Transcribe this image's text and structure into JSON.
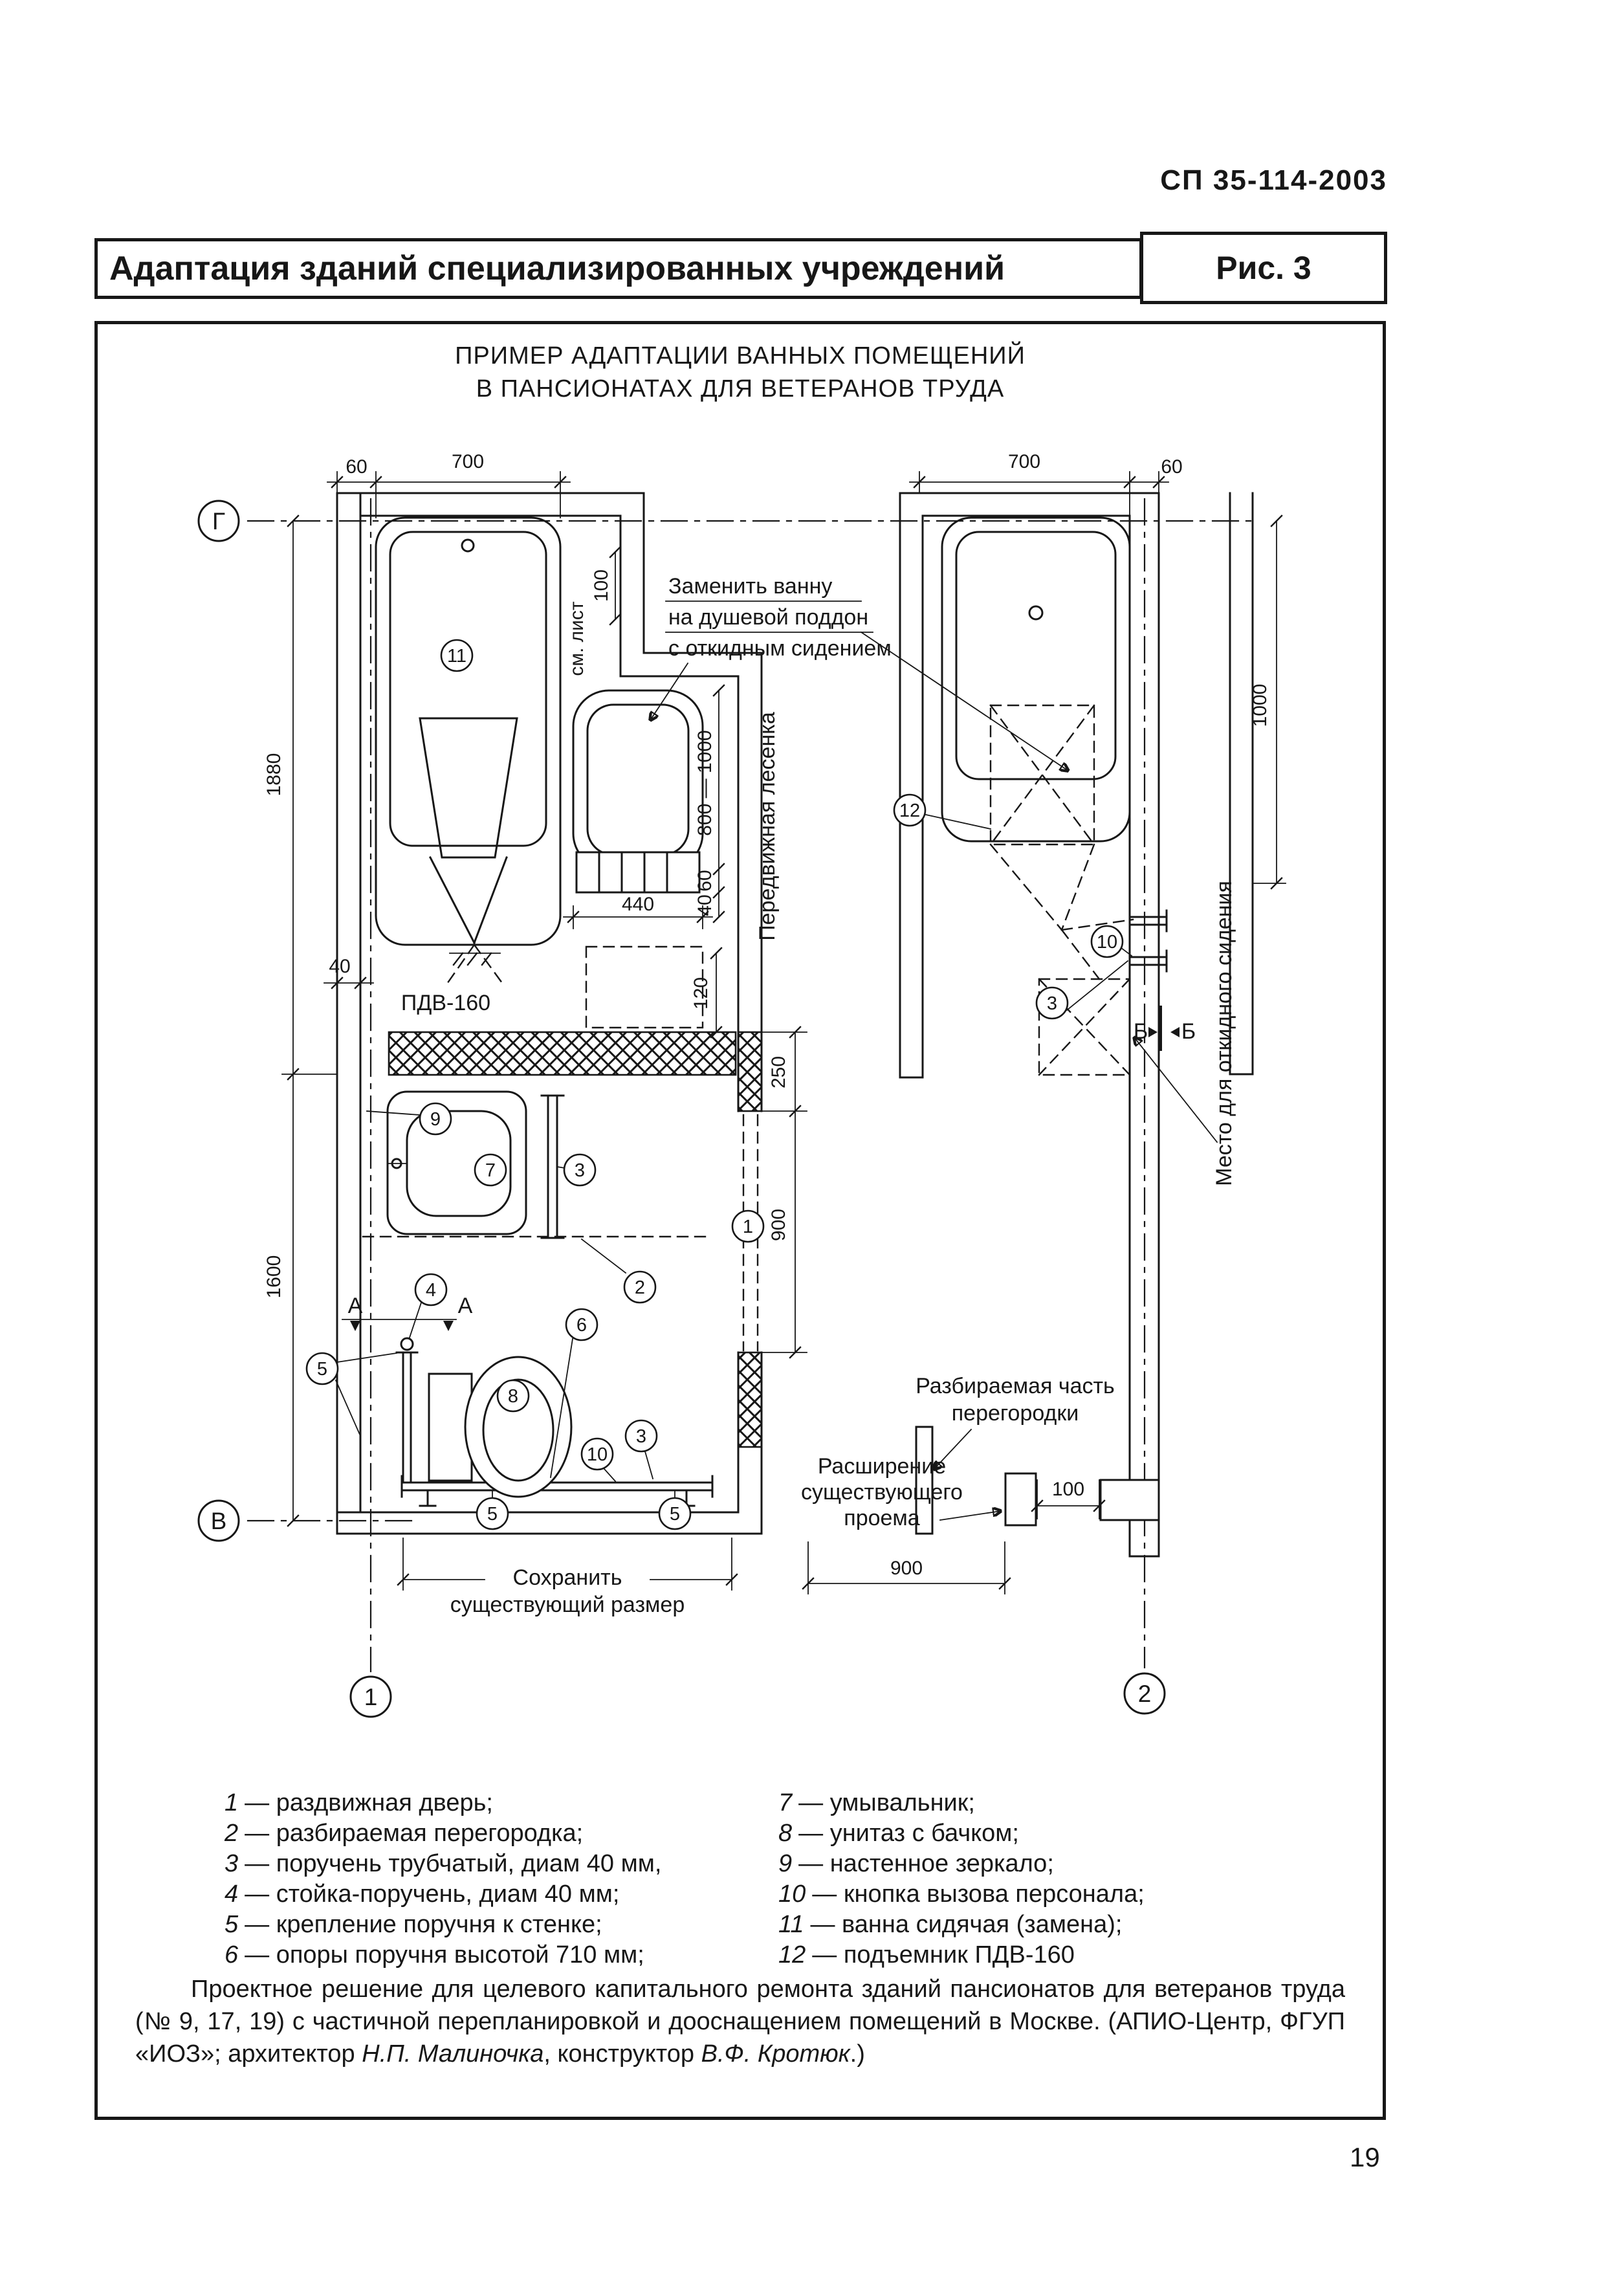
{
  "header": {
    "doc_code": "СП 35-114-2003",
    "title": "Адаптация зданий специализированных учреждений",
    "fig_label": "Рис. 3"
  },
  "figure": {
    "caption1": "ПРИМЕР АДАПТАЦИИ ВАННЫХ ПОМЕЩЕНИЙ",
    "caption2": "В ПАНСИОНАТАХ ДЛЯ ВЕТЕРАНОВ ТРУДА",
    "ann": {
      "replace1": "Заменить ванну",
      "replace2": "на душевой поддон",
      "replace3": "с откидным сидением",
      "see_sheet": "см. лист",
      "ladder": "Передвижная лесенка",
      "pdv": "ПДВ-160",
      "seat_place": "Место для откидного сидения",
      "demount1": "Разбираемая часть",
      "demount2": "перегородки",
      "widen1": "Расширение",
      "widen2": "существующего",
      "widen3": "проема",
      "keep1": "Сохранить",
      "keep2": "существующий размер"
    },
    "dims": {
      "v60": "60",
      "v700": "700",
      "v1880": "1880",
      "v1600": "1600",
      "v100": "100",
      "v800_1000": "800 — 1000",
      "v40": "40",
      "v440": "440",
      "v120": "120",
      "v250": "250",
      "v900": "900",
      "v1000": "1000"
    },
    "axes": {
      "g": "Г",
      "v": "В",
      "n1": "1",
      "n2": "2"
    },
    "letters": {
      "a": "А",
      "b": "Б"
    },
    "balloons": {
      "n1": "1",
      "n2": "2",
      "n3": "3",
      "n4": "4",
      "n5": "5",
      "n6": "6",
      "n7": "7",
      "n8": "8",
      "n9": "9",
      "n10": "10",
      "n11": "11",
      "n12": "12"
    }
  },
  "legend": {
    "left": [
      {
        "n": "1",
        "t": "— раздвижная дверь;"
      },
      {
        "n": "2",
        "t": "— разбираемая перегородка;"
      },
      {
        "n": "3",
        "t": "— поручень трубчатый, диам  40 мм,"
      },
      {
        "n": "4",
        "t": "— стойка-поручень, диам  40 мм;"
      },
      {
        "n": "5",
        "t": "— крепление поручня к стенке;"
      },
      {
        "n": "6",
        "t": "— опоры поручня высотой 710 мм;"
      }
    ],
    "right": [
      {
        "n": "7",
        "t": "— умывальник;"
      },
      {
        "n": "8",
        "t": "— унитаз с бачком;"
      },
      {
        "n": "9",
        "t": "— настенное зеркало;"
      },
      {
        "n": "10",
        "t": "— кнопка вызова персонала;"
      },
      {
        "n": "11",
        "t": "— ванна сидячая (замена);"
      },
      {
        "n": "12",
        "t": "— подъемник ПДВ-160"
      }
    ]
  },
  "note": {
    "p1": "Проектное решение для целевого капитального ремонта зданий пансионатов для ветеранов труда (№ 9, 17, 19) с частичной перепланировкой и дооснащением помещений в Москве. (АПИО-Центр, ФГУП «ИОЗ»; архитектор ",
    "p2": "Н.П. Малиночка",
    "p3": ", конструктор ",
    "p4": "В.Ф. Кротюк",
    "p5": ".)"
  },
  "footer": {
    "page_number": "19"
  }
}
